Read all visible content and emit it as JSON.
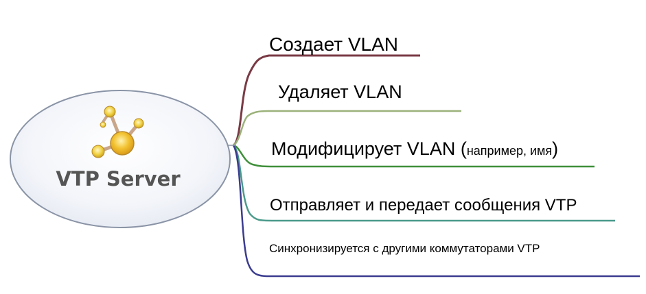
{
  "center_node": {
    "label": "VTP Server",
    "icon": "molecule-nodes-icon",
    "fill_color": "#f4f6fb",
    "border_color": "#8a94a6"
  },
  "branches": [
    {
      "text": "Создает VLAN",
      "color": "#7a3a45"
    },
    {
      "text": "Удаляет VLAN",
      "color": "#9bb27a"
    },
    {
      "text": "Модифицирует VLAN (",
      "small": "например, имя",
      "close": ")",
      "color": "#3f8f3a"
    },
    {
      "text": "Отправляет и передает сообщения VTP",
      "color": "#4a9a8a"
    },
    {
      "text": "Синхронизируется с другими коммутаторами VTP",
      "color": "#3b3c8f"
    }
  ]
}
